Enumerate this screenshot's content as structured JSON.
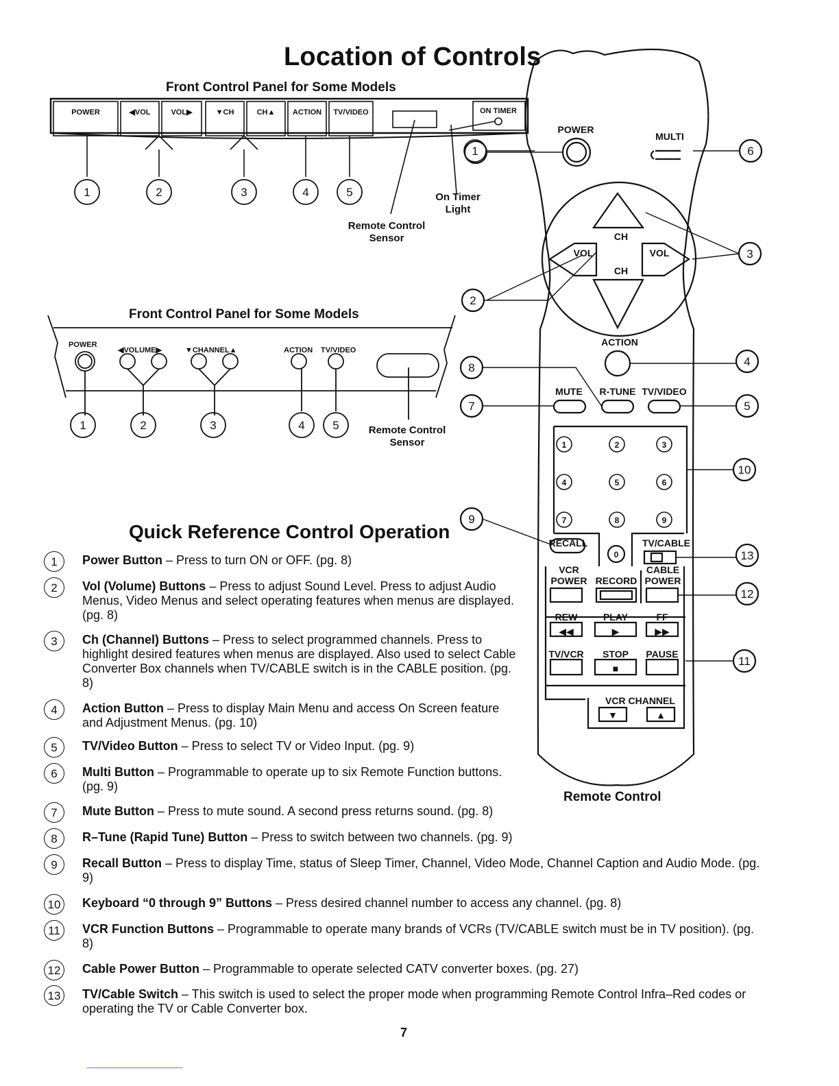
{
  "page": {
    "title": "Location of Controls",
    "panel1_title": "Front Control Panel for Some Models",
    "panel2_title": "Front Control Panel for Some Models",
    "remote_title": "Remote Control",
    "page_number": "7"
  },
  "panel1": {
    "buttons": [
      "POWER",
      "◀VOL",
      "VOL▶",
      "▼CH",
      "CH▲",
      "ACTION",
      "TV/VIDEO"
    ],
    "on_timer": "ON TIMER",
    "callouts": [
      "1",
      "2",
      "3",
      "4",
      "5"
    ],
    "on_timer_light_label_1": "On Timer",
    "on_timer_light_label_2": "Light",
    "sensor_label_1": "Remote Control",
    "sensor_label_2": "Sensor"
  },
  "panel2": {
    "labels": [
      "POWER",
      "◀VOLUME▶",
      "▼CHANNEL▲",
      "ACTION",
      "TV/VIDEO"
    ],
    "callouts": [
      "1",
      "2",
      "3",
      "4",
      "5"
    ],
    "sensor_label_1": "Remote Control",
    "sensor_label_2": "Sensor"
  },
  "remote": {
    "power": "POWER",
    "multi": "MULTI",
    "ch_up": "CH",
    "ch_down": "CH",
    "vol_left": "VOL",
    "vol_right": "VOL",
    "action": "ACTION",
    "mute": "MUTE",
    "rtune": "R-TUNE",
    "tvvideo": "TV/VIDEO",
    "digits": [
      "1",
      "2",
      "3",
      "4",
      "5",
      "6",
      "7",
      "8",
      "9",
      "0"
    ],
    "recall": "RECALL",
    "tvcable": "TV/CABLE",
    "vcr": "VCR",
    "vcr_power": "POWER",
    "record": "RECORD",
    "cable": "CABLE",
    "cable_power": "POWER",
    "rew": "REW",
    "play": "PLAY",
    "ff": "FF",
    "tvvcr": "TV/VCR",
    "stop": "STOP",
    "pause": "PAUSE",
    "vcr_channel": "VCR CHANNEL",
    "callouts": [
      "1",
      "2",
      "3",
      "4",
      "5",
      "6",
      "7",
      "8",
      "9",
      "10",
      "11",
      "12",
      "13"
    ]
  },
  "quick_ref": {
    "title": "Quick Reference Control Operation",
    "items": [
      {
        "n": "1",
        "name": "Power Button",
        "text": " – Press to turn ON or OFF. (pg. 8)"
      },
      {
        "n": "2",
        "name": "Vol (Volume) Buttons",
        "text": " – Press to adjust Sound Level. Press to adjust Audio Menus, Video Menus and select operating features when menus are displayed. (pg. 8)"
      },
      {
        "n": "3",
        "name": "Ch (Channel) Buttons",
        "text": " – Press to select programmed channels. Press to highlight desired features when menus are displayed. Also used to select Cable Converter Box channels when TV/CABLE switch is in the CABLE position. (pg. 8)"
      },
      {
        "n": "4",
        "name": "Action Button",
        "text": " – Press to display Main Menu and access On Screen feature and Adjustment Menus. (pg. 10)"
      },
      {
        "n": "5",
        "name": "TV/Video Button",
        "text": " – Press to select TV or Video Input. (pg. 9)"
      },
      {
        "n": "6",
        "name": "Multi Button",
        "text": " – Programmable to operate up to six Remote Function buttons. (pg. 9)"
      },
      {
        "n": "7",
        "name": "Mute Button",
        "text": " – Press to mute sound. A second press returns sound. (pg. 8)"
      },
      {
        "n": "8",
        "name": "R–Tune (Rapid Tune) Button",
        "text": " – Press to switch between two channels. (pg. 9)"
      },
      {
        "n": "9",
        "name": "Recall Button",
        "text": " – Press to display Time, status of Sleep Timer, Channel, Video Mode, Channel Caption and Audio Mode. (pg. 9)"
      },
      {
        "n": "10",
        "name": "Keyboard “0 through 9” Buttons",
        "text": " – Press desired channel number to access any channel. (pg. 8)"
      },
      {
        "n": "11",
        "name": "VCR Function Buttons",
        "text": " – Programmable to operate many brands of VCRs (TV/CABLE switch must be in TV position). (pg. 8)"
      },
      {
        "n": "12",
        "name": "Cable Power Button",
        "text": " – Programmable to operate selected CATV converter boxes. (pg. 27)"
      },
      {
        "n": "13",
        "name": "TV/Cable Switch",
        "text": " – This switch is used to select the proper mode when programming Remote Control Infra–Red codes or operating the TV or Cable Converter box."
      }
    ]
  }
}
